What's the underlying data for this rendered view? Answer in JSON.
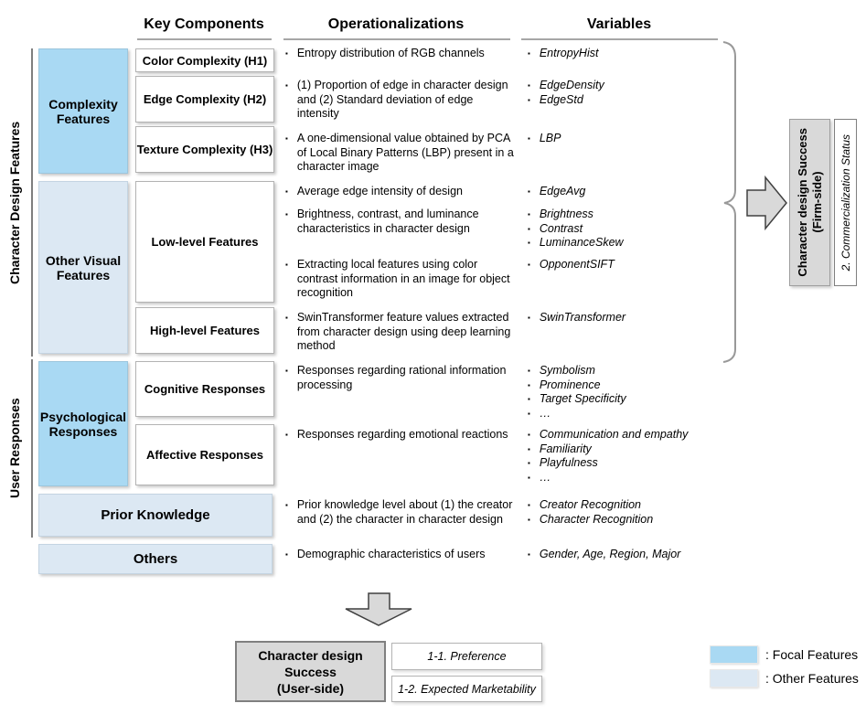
{
  "glyphs": {
    "bullet": "▪"
  },
  "headers": {
    "key_components": "Key Components",
    "operationalizations": "Operationalizations",
    "variables": "Variables"
  },
  "side_labels": {
    "character_design_features": "Character Design Features",
    "user_responses": "User Responses"
  },
  "feature_groups": {
    "complexity": "Complexity Features",
    "other_visual": "Other Visual Features",
    "psychological": "Psychological Responses",
    "prior_knowledge": "Prior Knowledge",
    "others": "Others"
  },
  "key_components": {
    "color": "Color Complexity (H1)",
    "edge": "Edge Complexity (H2)",
    "texture": "Texture Complexity (H3)",
    "low_level": "Low-level Features",
    "high_level": "High-level Features",
    "cognitive": "Cognitive Responses",
    "affective": "Affective Responses"
  },
  "operationalizations": [
    "Entropy distribution of RGB channels",
    "(1) Proportion of edge in character design and (2) Standard deviation of edge intensity",
    "A one-dimensional value obtained by PCA of Local Binary Patterns (LBP) present in a character image",
    "Average edge intensity of design",
    "Brightness, contrast, and luminance characteristics in character design",
    "Extracting local features using color contrast information in an image for object recognition",
    "SwinTransformer feature values extracted from character design using deep learning method",
    "Responses regarding rational information processing",
    "Responses regarding emotional reactions",
    "Prior knowledge level about (1) the creator and (2) the character in character design",
    "Demographic characteristics of users"
  ],
  "variables": [
    [
      "EntropyHist"
    ],
    [
      "EdgeDensity",
      "EdgeStd"
    ],
    [
      "LBP"
    ],
    [
      "EdgeAvg"
    ],
    [
      "Brightness",
      "Contrast",
      "LuminanceSkew"
    ],
    [
      "OpponentSIFT"
    ],
    [
      "SwinTransformer"
    ],
    [
      "Symbolism",
      "Prominence",
      "Target Specificity",
      "…"
    ],
    [
      "Communication and empathy",
      "Familiarity",
      "Playfulness",
      "…"
    ],
    [
      "Creator Recognition",
      "Character Recognition"
    ],
    [
      "Gender, Age, Region, Major"
    ]
  ],
  "firm_side": {
    "title_line1": "Character design Success",
    "title_line2": "(Firm-side)",
    "status": "2. Commercialization Status"
  },
  "user_side": {
    "title_line1": "Character design",
    "title_line2": "Success",
    "title_line3": "(User-side)",
    "outcome1": "1-1. Preference",
    "outcome2": "1-2. Expected Marketability"
  },
  "legend": {
    "focal_label": ": Focal Features",
    "other_label": ": Other Features",
    "focal_color": "#a9d9f3",
    "other_color": "#dce8f3"
  }
}
